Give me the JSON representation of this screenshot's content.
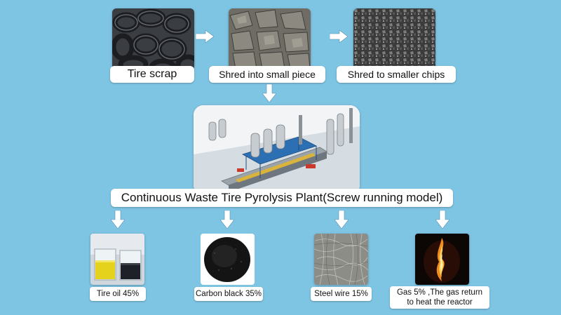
{
  "background_color": "#7ec4e3",
  "arrow_color": "#ffffff",
  "inputs": [
    {
      "label": "Tire scrap"
    },
    {
      "label": "Shred into small piece"
    },
    {
      "label": "Shred to smaller chips"
    }
  ],
  "plant": {
    "label": "Continuous Waste Tire Pyrolysis Plant(Screw running model)"
  },
  "outputs": [
    {
      "label": "Tire oil 45%"
    },
    {
      "label": "Carbon black 35%"
    },
    {
      "label": "Steel wire 15%"
    },
    {
      "label_line1": "Gas 5% ,The gas return",
      "label_line2": "to heat the reactor"
    }
  ]
}
